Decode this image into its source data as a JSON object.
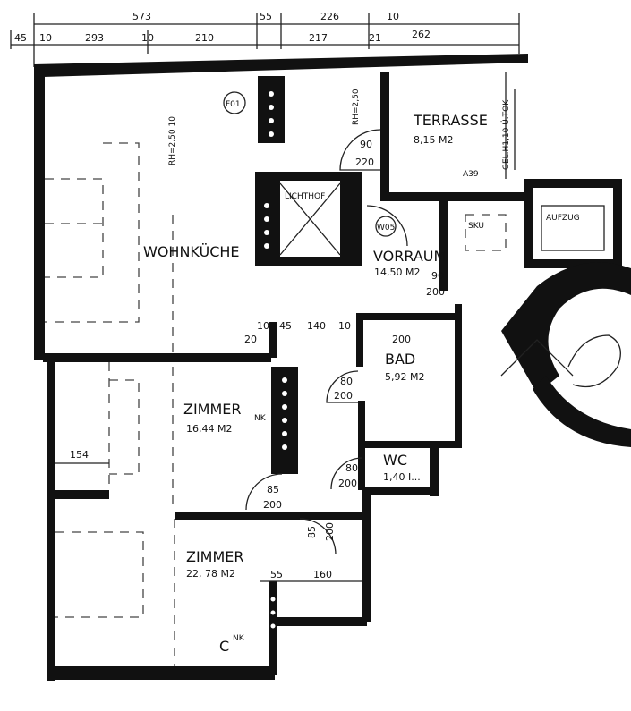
{
  "dimensions_top": {
    "row1": [
      "573",
      "55",
      "226",
      "10"
    ],
    "row2": [
      "45",
      "10",
      "293",
      "10",
      "210",
      "217",
      "21",
      "262"
    ]
  },
  "rooms": {
    "wohnkueche": {
      "name": "WOHNKÜCHE"
    },
    "terrasse": {
      "name": "TERRASSE",
      "area": "8,15 M2"
    },
    "lichthof": {
      "name": "LICHTHOF"
    },
    "vorraum": {
      "name": "VORRAUM",
      "area": "14,50 M2"
    },
    "aufzug": {
      "name": "AUFZUG"
    },
    "bad": {
      "name": "BAD",
      "area": "5,92 M2"
    },
    "wc": {
      "name": "WC",
      "area": "1,40 I..."
    },
    "zimmer1": {
      "name": "ZIMMER",
      "suffix": "NK",
      "area": "16,44 M2"
    },
    "zimmer2": {
      "name": "ZIMMER",
      "area": "22, 78 M2"
    }
  },
  "markers": {
    "f01": "F01",
    "w05": "W05",
    "a39": "A39",
    "sku": "SKU",
    "nk": "NK"
  },
  "annotations": {
    "wohn_height": "RH=2,50 10",
    "terr_height": "RH=2,50",
    "gel": "GEL.H1,10 Ü.TOK",
    "door_terr": [
      "90",
      "220"
    ],
    "door_vorraum": [
      "90",
      "200"
    ],
    "door_bad": [
      "80",
      "200"
    ],
    "door_wc": [
      "80",
      "200"
    ],
    "door_zimmer1": [
      "85",
      "200"
    ],
    "door_zimmer2": [
      "85",
      "200"
    ],
    "dims_corridor": [
      "10",
      "45",
      "140",
      "10",
      "20"
    ],
    "dim_bad_width": "200",
    "dim_left": "154",
    "dims_zimmer2": [
      "55",
      "160"
    ]
  }
}
